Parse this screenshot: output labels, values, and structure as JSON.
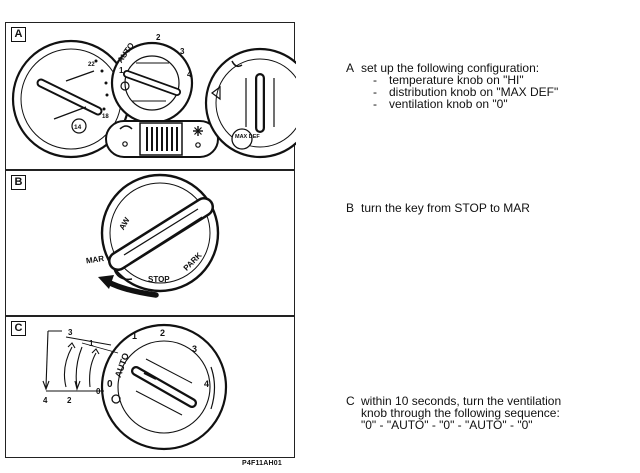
{
  "figure": {
    "panel_a_label": "A",
    "panel_b_label": "B",
    "panel_c_label": "C",
    "figure_code": "P4F11AH01"
  },
  "panel_a": {
    "fan_dial_labels": [
      "AUTO",
      "1",
      "2",
      "3",
      "4"
    ],
    "temp_dial_marks": [
      "22",
      "18",
      "14"
    ],
    "max_def_label": "MAX DEF"
  },
  "panel_b": {
    "key_positions": [
      "AW",
      "STOP",
      "PARK"
    ],
    "mar_label": "MAR"
  },
  "panel_c": {
    "dial_labels": [
      "0",
      "AUTO",
      "1",
      "2",
      "3",
      "4"
    ],
    "sequence_numbers": [
      "1",
      "2",
      "3",
      "4"
    ],
    "sequence_zero": "0"
  },
  "steps": {
    "a": {
      "letter": "A",
      "intro": "set up the following configuration:",
      "items": [
        "temperature knob on \"HI\"",
        "distribution knob on \"MAX DEF\"",
        "ventilation knob on \"0\""
      ]
    },
    "b": {
      "letter": "B",
      "text": "turn the key from STOP to MAR"
    },
    "c": {
      "letter": "C",
      "lines": [
        "within 10 seconds, turn the ventilation",
        "knob through the following sequence:",
        "\"0\" - \"AUTO\" - \"0\" - \"AUTO\" - \"0\""
      ]
    }
  }
}
